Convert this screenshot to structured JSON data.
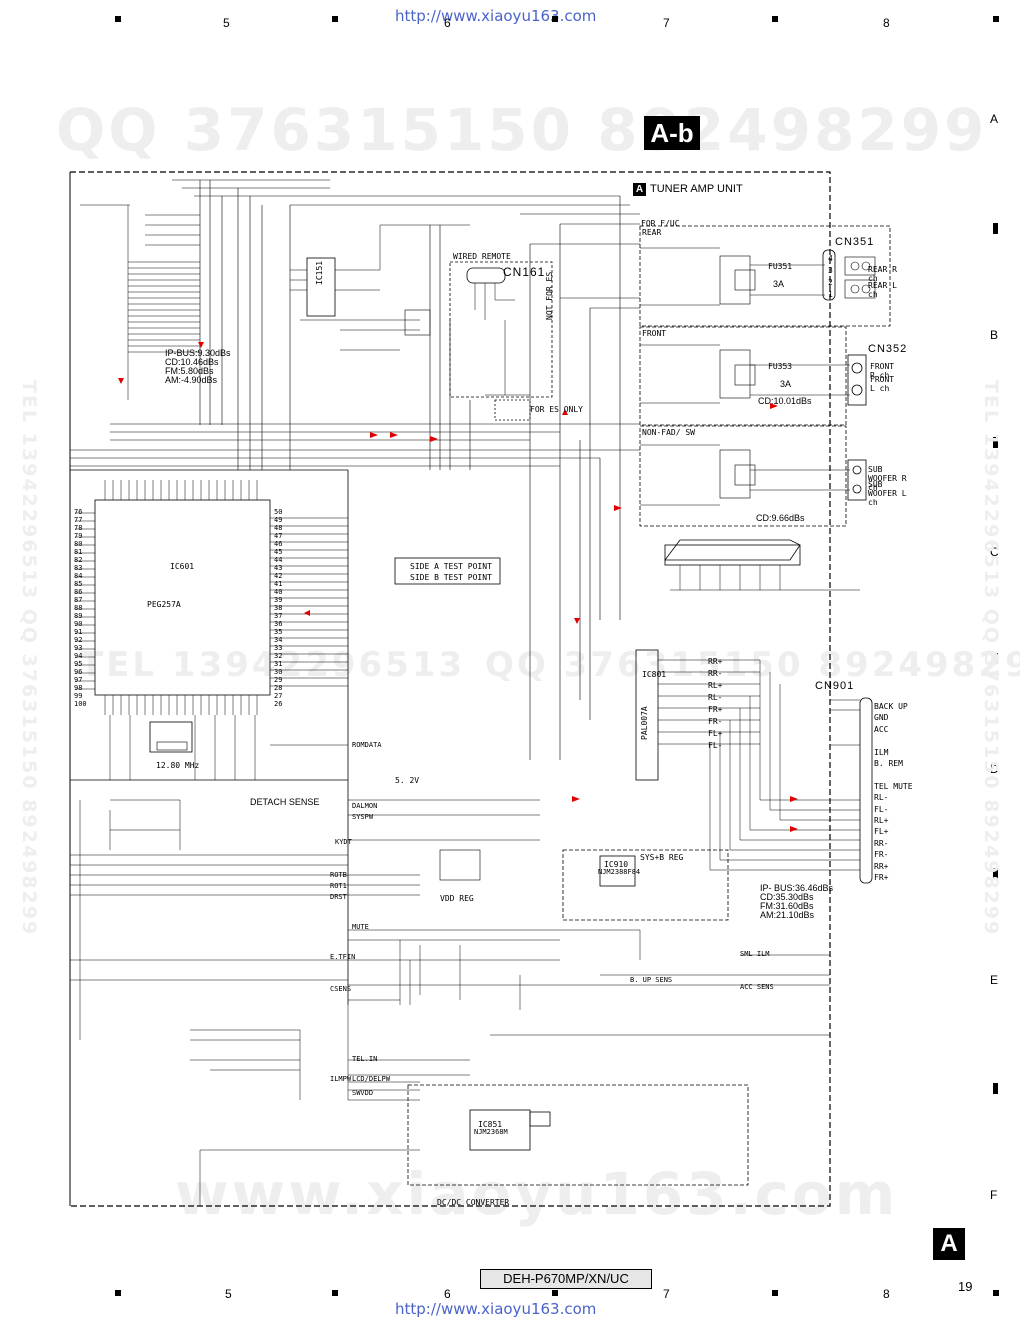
{
  "header": {
    "url": "http://www.xiaoyu163.com",
    "column_numbers": [
      "5",
      "6",
      "7",
      "8"
    ],
    "sheet_tag": "A-b"
  },
  "footer": {
    "url": "http://www.xiaoyu163.com",
    "column_numbers": [
      "5",
      "6",
      "7",
      "8"
    ],
    "model": "DEH-P670MP/XN/UC",
    "page_number": "19",
    "section_letter": "A"
  },
  "row_letters": [
    "A",
    "B",
    "C",
    "D",
    "E",
    "F"
  ],
  "watermarks": {
    "qq_top": "QQ 376315150  892498299",
    "www_bottom": "www.xiaoyu163.com",
    "tel_left": "TEL 13942296513 QQ 376315150 892498299",
    "tel_right": "TEL 13942296513 QQ 376315150 892498299",
    "mid_left": "TEL 13942296513",
    "mid_right": "QQ 376315150 892498299"
  },
  "unit": {
    "marker": "A",
    "title": "TUNER AMP UNIT"
  },
  "connectors": {
    "cn351": "CN351",
    "cn352": "CN352",
    "cn901": "CN901",
    "cn161": "CN161"
  },
  "blocks": {
    "wired_remote": "WIRED REMOTE",
    "detach_sense": "DETACH SENSE",
    "dcdc": "DC/DC CONVERTER",
    "vdd_reg": "VDD REG",
    "sys_reg": "SYS+B REG",
    "rear": "REAR",
    "front": "FRONT",
    "non_fad_sw": "NON-FAD/ SW",
    "for_uc": "FOR F/UC",
    "not_for_es": "NOT FOR ES",
    "for_es_only": "FOR ES ONLY"
  },
  "outputs": {
    "rear_r": "REAR R ch",
    "rear_l": "REAR L ch",
    "front_r": "FRONT R ch",
    "front_l": "FRONT L ch",
    "sub_r": "SUB WOOFER R ch",
    "sub_l": "SUB WOOFER L ch"
  },
  "levels": {
    "ipbus_left": [
      "IP-BUS:9.30dBs",
      "CD:10.46dBs",
      "FM:5.80dBs",
      "AM:-4.90dBs"
    ],
    "cd_front": "CD:10.01dBs",
    "cd_sub": "CD:9.66dBs",
    "ipbus_right": [
      "IP- BUS:36.46dBs",
      "CD:35.30dBs",
      "FM:31.60dBs",
      "AM:21.10dBs"
    ]
  },
  "ics": {
    "ic601": "IC601",
    "ic601_part": "PEG257A",
    "ic801": "IC801",
    "ic801_part": "PAL007A",
    "ic151": "IC151",
    "ic910": "IC910",
    "ic910_part": "NJM2388F84",
    "ic851": "IC851",
    "ic851_part": "NJM2368M"
  },
  "fuses": {
    "fu351": "FU351",
    "fu353": "FU353",
    "rating": "3A"
  },
  "test_points": {
    "side_a": "SIDE A TEST POINT",
    "side_b": "SIDE B TEST POINT"
  },
  "cn901_pins": [
    "BACK UP",
    "GND",
    "ACC",
    "",
    "ILM",
    "B. REM",
    "",
    "TEL MUTE",
    "RL-",
    "FL-",
    "RL+",
    "FL+",
    "RR-",
    "FR-",
    "RR+",
    "FR+"
  ],
  "amp_outputs": [
    "RR+",
    "RR-",
    "RL+",
    "RL-",
    "FR+",
    "FR-",
    "FL+",
    "FL-"
  ],
  "signals": [
    "ROMDATA",
    "5. 2V",
    "DALMON",
    "SYSPW",
    "KYDT",
    "ROTB",
    "ROT1",
    "DRST",
    "MUTE",
    "E.TFIN",
    "CSENS",
    "TEL.IN",
    "ILMPW",
    "LCD/DELPW",
    "SWVDD",
    "SML ILM",
    "B. UP SENS",
    "ACC SENS"
  ],
  "ic601_pins_left": [
    "76",
    "77",
    "78",
    "79",
    "80",
    "81",
    "82",
    "83",
    "84",
    "85",
    "86",
    "87",
    "88",
    "89",
    "90",
    "91",
    "92",
    "93",
    "94",
    "95",
    "96",
    "97",
    "98",
    "99",
    "100"
  ],
  "ic601_pins_right": [
    "50",
    "49",
    "48",
    "47",
    "46",
    "45",
    "44",
    "43",
    "42",
    "41",
    "40",
    "39",
    "38",
    "37",
    "36",
    "35",
    "34",
    "33",
    "32",
    "31",
    "30",
    "29",
    "28",
    "27",
    "26"
  ],
  "cn351_pins": [
    "4",
    "3",
    "2",
    "1"
  ],
  "crystal": "12.80 MHz"
}
